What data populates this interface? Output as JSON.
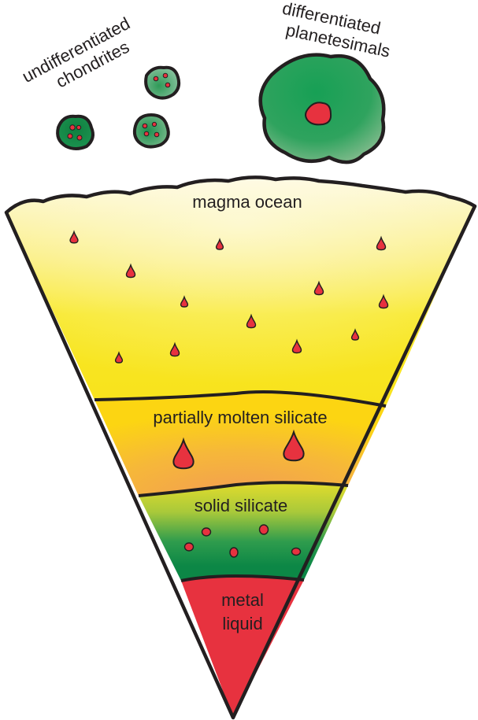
{
  "labels": {
    "chondrites": [
      "undifferentiated",
      "chondrites"
    ],
    "planetesimals": [
      "differentiated",
      "planetesimals"
    ],
    "magma_ocean": "magma ocean",
    "partially_molten": "partially molten silicate",
    "solid_silicate": "solid silicate",
    "metal_liquid": [
      "metal",
      "liquid"
    ]
  },
  "colors": {
    "magma_top": "#fdf6c8",
    "magma_main": "#f8e826",
    "partial_top": "#fcd21a",
    "partial_bottom": "#f4a84a",
    "solid_top": "#e7df2a",
    "solid_green": "#0e8a48",
    "metal": "#e7323f",
    "droplet": "#e7323f",
    "body_green": "#1f9a55",
    "body_light": "#8fc49a",
    "outline": "#231f20"
  }
}
